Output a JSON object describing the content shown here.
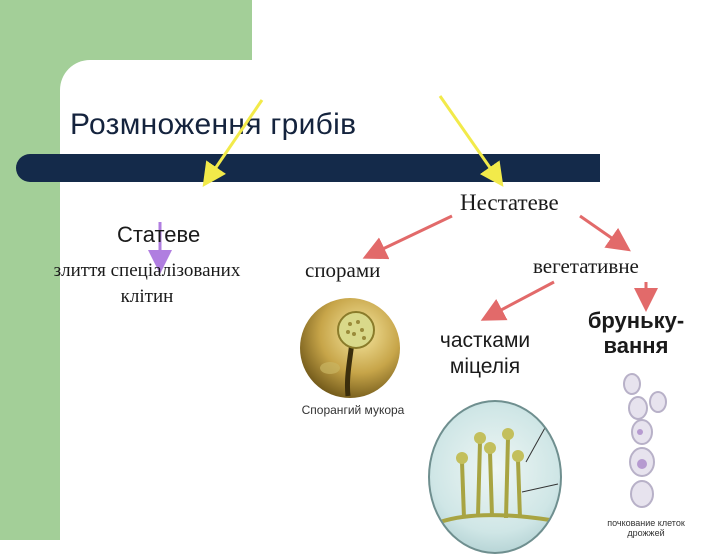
{
  "title": "Розмноження грибів",
  "nodes": {
    "nestateve": "Нестатеве",
    "stateve": "Статеве",
    "zlyttia": "злиття спеціалізованих клітин",
    "sporamy": "спорами",
    "vegetatyvne": "вегетативне",
    "chastkamy": "частками міцелія",
    "brunkuvannia": "бруньку-вання"
  },
  "figures": {
    "sporangium_caption": "Спорангий мукора",
    "yeast_caption": "почкование клеток дрожжей"
  },
  "colors": {
    "background_accent": "#a3cf98",
    "bar": "#142a4a",
    "arrow_yellow": "#f2ea4a",
    "arrow_purple": "#b07ee0",
    "arrow_red": "#e26a6a"
  }
}
